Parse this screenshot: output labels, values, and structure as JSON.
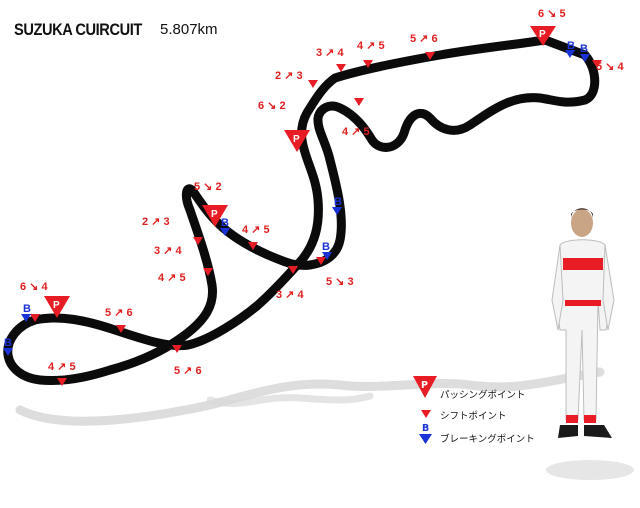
{
  "header": {
    "title": "SUZUKA CUIRCUIT",
    "length": "5.807km"
  },
  "colors": {
    "track": "#0b0b0b",
    "shift": "#e81c24",
    "brake": "#1a33d6",
    "label": "#e02020"
  },
  "shift_labels": [
    {
      "id": "s1",
      "text": "6 ↘ 5"
    },
    {
      "id": "s2",
      "text": "5 ↗ 6"
    },
    {
      "id": "s3",
      "text": "4 ↗ 5"
    },
    {
      "id": "s4",
      "text": "3 ↗ 4"
    },
    {
      "id": "s5",
      "text": "2 ↗ 3"
    },
    {
      "id": "s6",
      "text": "6 ↘ 2"
    },
    {
      "id": "s7",
      "text": "4 ↗ 5"
    },
    {
      "id": "s8",
      "text": "5 ↘ 4"
    },
    {
      "id": "s9",
      "text": "5 ↘ 2"
    },
    {
      "id": "s10",
      "text": "2 ↗ 3"
    },
    {
      "id": "s11",
      "text": "4 ↗ 5"
    },
    {
      "id": "s12",
      "text": "3 ↗ 4"
    },
    {
      "id": "s13",
      "text": "4 ↗ 5"
    },
    {
      "id": "s14",
      "text": "5 ↘ 3"
    },
    {
      "id": "s15",
      "text": "3 ↗ 4"
    },
    {
      "id": "s16",
      "text": "6 ↘ 4"
    },
    {
      "id": "s17",
      "text": "5 ↗ 6"
    },
    {
      "id": "s18",
      "text": "4 ↗ 5"
    },
    {
      "id": "s19",
      "text": "5 ↗ 6"
    }
  ],
  "marker_letters": {
    "passing": "P",
    "braking": "B"
  },
  "legend": {
    "passing": "パッシングポイント",
    "shift": "シフトポイント",
    "braking": "ブレーキングポイント"
  }
}
